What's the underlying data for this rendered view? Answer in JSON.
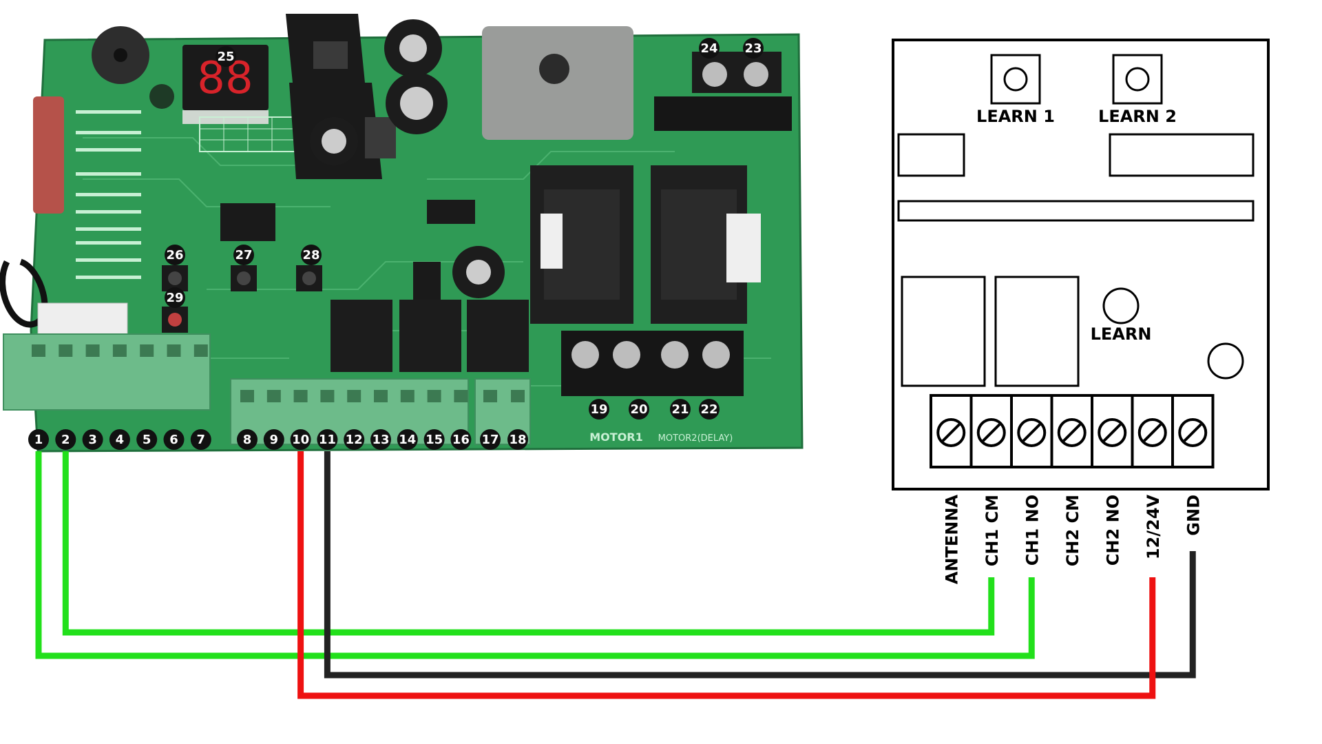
{
  "controller_board": {
    "display_digits": "88",
    "motor1_label": "MOTOR1",
    "motor2_label": "MOTOR2(DELAY)",
    "callouts": {
      "terminals_left": [
        "1",
        "2",
        "3",
        "4",
        "5",
        "6",
        "7"
      ],
      "terminals_mid": [
        "8",
        "9",
        "10",
        "11",
        "12",
        "13",
        "14",
        "15",
        "16"
      ],
      "terminals_right": [
        "17",
        "18"
      ],
      "motor_terminals": [
        "19",
        "20",
        "21",
        "22"
      ],
      "top_terminals": [
        "24",
        "23"
      ],
      "display": "25",
      "buttons": [
        "26",
        "27",
        "28",
        "29"
      ]
    }
  },
  "receiver": {
    "learn1_label": "LEARN 1",
    "learn2_label": "LEARN 2",
    "learn_label": "LEARN",
    "terminal_labels": [
      "ANTENNA",
      "CH1 CM",
      "CH1 NO",
      "CH2 CM",
      "CH2 NO",
      "12/24V",
      "GND"
    ]
  },
  "wires": [
    {
      "from_terminal": "2",
      "to_terminal": "CH1 CM",
      "color": "#22e01b"
    },
    {
      "from_terminal": "1",
      "to_terminal": "CH1 NO",
      "color": "#22e01b"
    },
    {
      "from_terminal": "11",
      "to_terminal": "GND",
      "color": "#222222"
    },
    {
      "from_terminal": "10",
      "to_terminal": "12/24V",
      "color": "#ee1111"
    }
  ],
  "colors": {
    "pcb": "#2f9a55",
    "terminal_block": "#6dbb8a",
    "wire_green": "#22e01b",
    "wire_red": "#ee1111",
    "wire_black": "#222222"
  }
}
